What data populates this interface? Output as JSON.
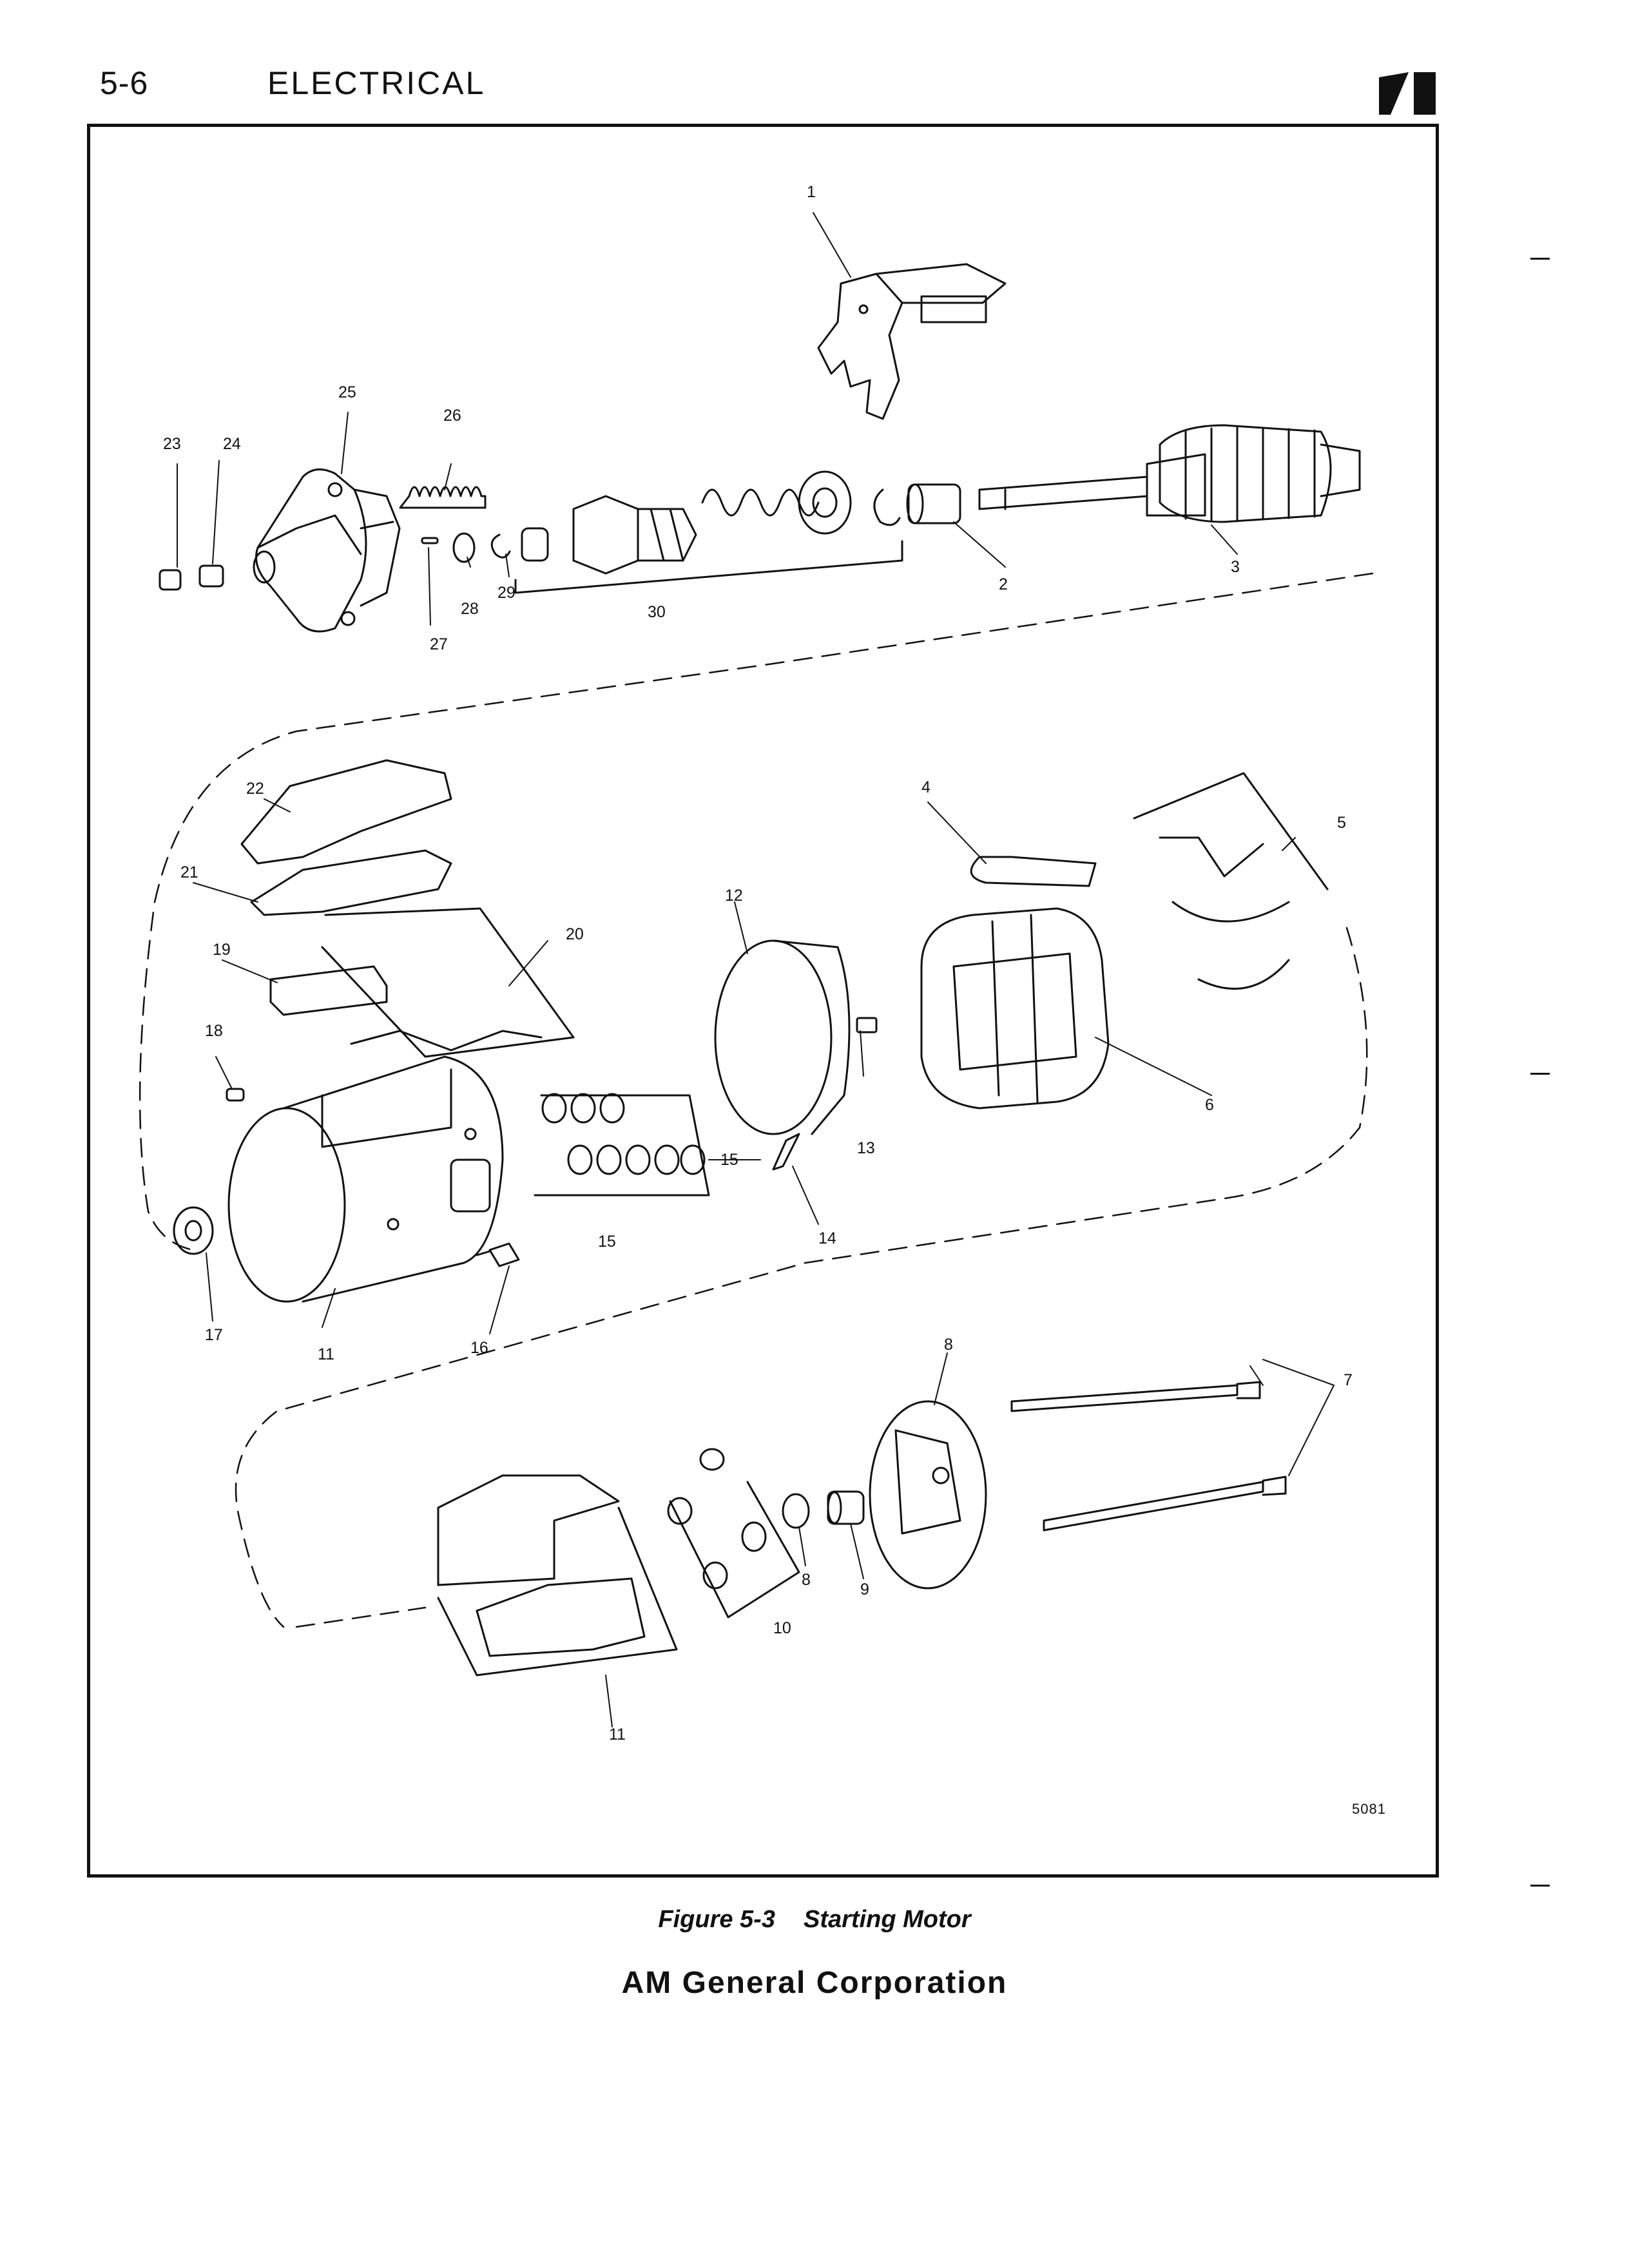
{
  "header": {
    "page_number": "5-6",
    "section": "ELECTRICAL"
  },
  "figure": {
    "number": "Figure 5-3",
    "title": "Starting Motor",
    "reference": "5081",
    "callouts": [
      "1",
      "2",
      "3",
      "4",
      "5",
      "6",
      "7",
      "8",
      "8",
      "9",
      "10",
      "11",
      "11",
      "12",
      "13",
      "14",
      "15",
      "15",
      "16",
      "17",
      "18",
      "19",
      "20",
      "21",
      "22",
      "23",
      "24",
      "25",
      "26",
      "27",
      "28",
      "29",
      "30"
    ]
  },
  "footer": {
    "company": "AM General Corporation"
  }
}
